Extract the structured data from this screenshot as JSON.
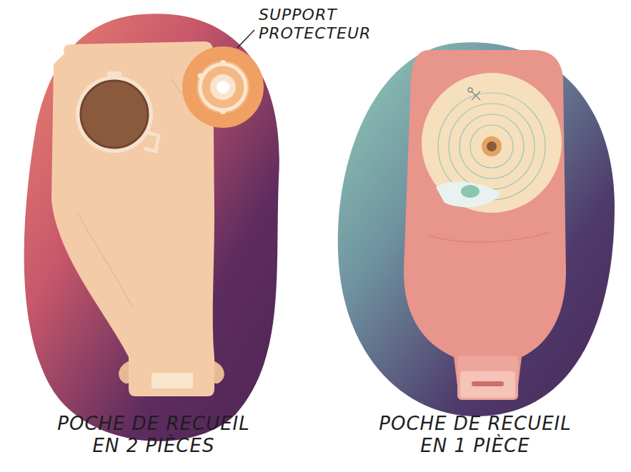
{
  "diagram": {
    "labels": [
      "SUPPORT PROTECTEUR",
      "POCHE DE RECUEIL EN 2 PIÈCES",
      "POCHE DE RECUEIL EN 1 PIÈCE"
    ]
  }
}
